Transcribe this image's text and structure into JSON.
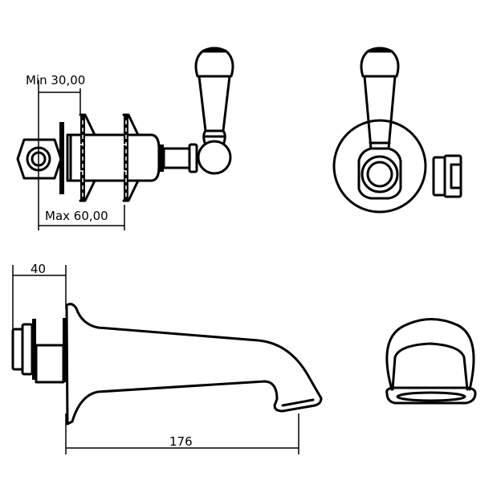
{
  "dimensions": {
    "min_depth": "Min 30,00",
    "max_depth": "Max 60,00",
    "spout_backplate": "40",
    "spout_length": "176"
  },
  "colors": {
    "line": "#000000",
    "background": "#ffffff"
  }
}
